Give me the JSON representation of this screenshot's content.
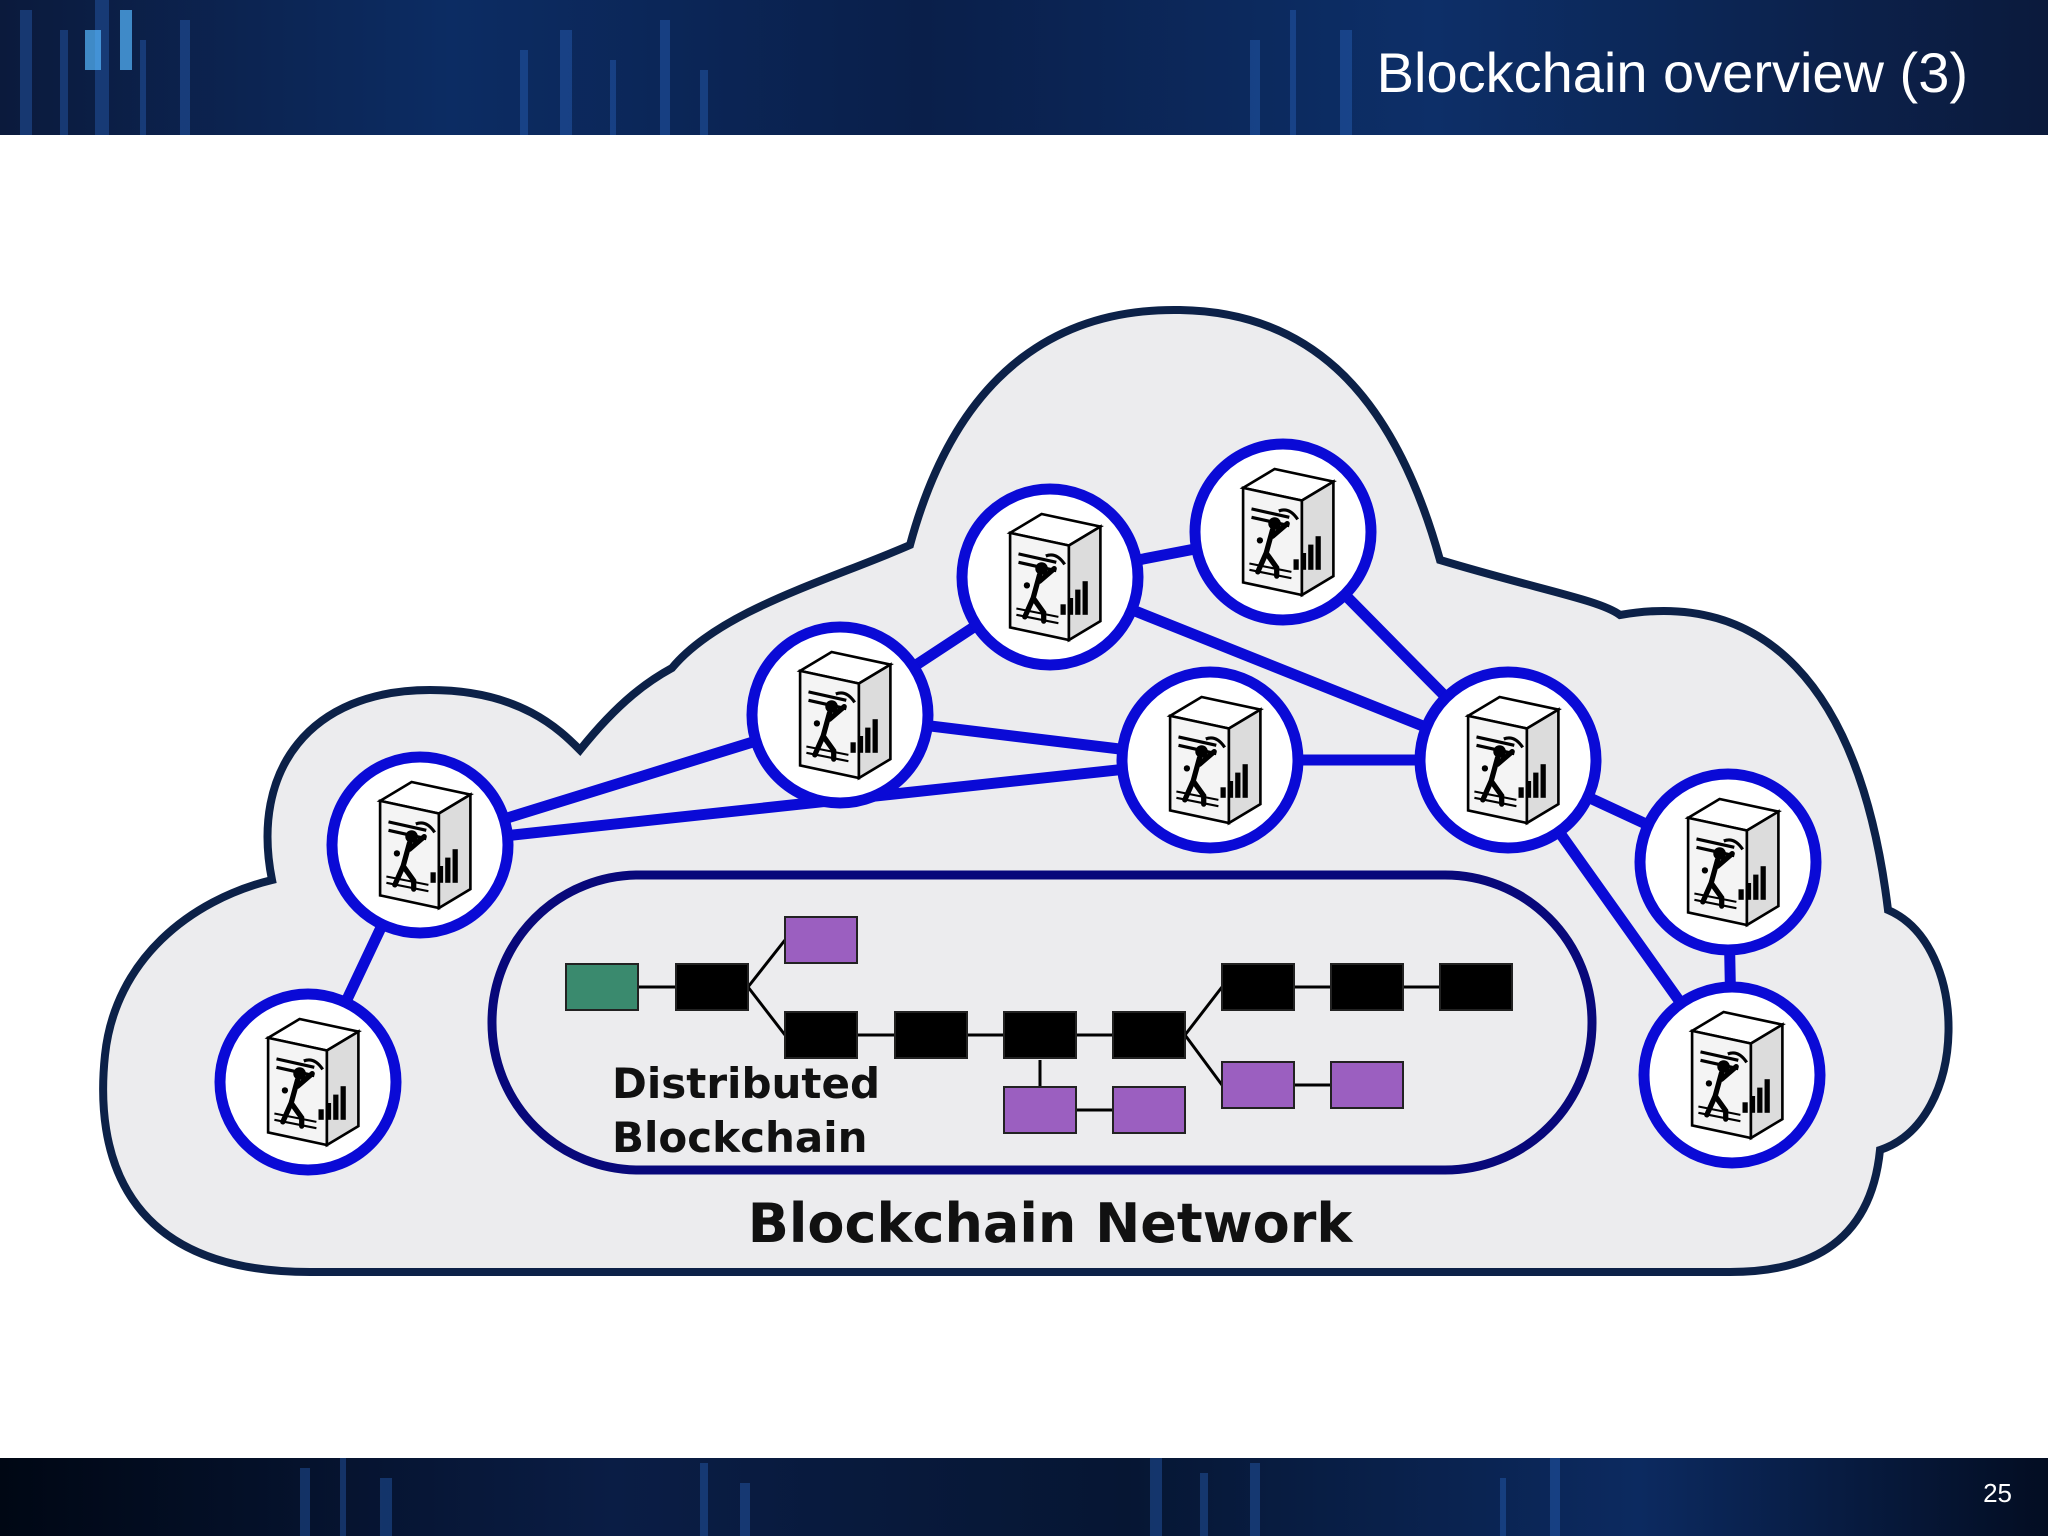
{
  "slide": {
    "title": "Blockchain overview (3)",
    "page_number": "25"
  },
  "diagram": {
    "network_label": "Blockchain Network",
    "blockchain_label_line1": "Distributed",
    "blockchain_label_line2": "Blockchain",
    "node_icon": "mining-server-icon",
    "colors": {
      "link": "#0a0ad6",
      "cloud_fill": "#ececee",
      "cloud_stroke": "#0c2148",
      "ledger_stroke": "#08087a",
      "genesis_block": "#3a8a6e",
      "main_chain_block": "#000000",
      "orphan_block": "#9b5fc0"
    }
  }
}
